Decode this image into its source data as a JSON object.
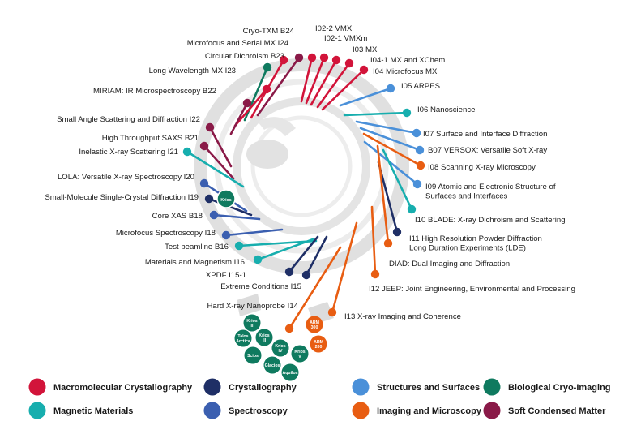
{
  "colors": {
    "Macromolecular Crystallography": "#d2143a",
    "Crystallography": "#1f2f66",
    "Structures and Surfaces": "#4a90d9",
    "Biological Cryo-Imaging": "#0f7a5f",
    "Magnetic Materials": "#17aeae",
    "Spectroscopy": "#3b5fb0",
    "Imaging and Microscopy": "#e85d12",
    "Soft Condensed Matter": "#8a1a48"
  },
  "beamlines": [
    {
      "label": "Cryo-TXM B24",
      "category": "Biological Cryo-Imaging"
    },
    {
      "label": "Microfocus and Serial MX I24",
      "category": "Macromolecular Crystallography"
    },
    {
      "label": "Circular Dichroism B23",
      "category": "Soft Condensed Matter"
    },
    {
      "label": "Long Wavelength MX I23",
      "category": "Macromolecular Crystallography"
    },
    {
      "label": "MIRIAM: IR Microspectroscopy B22",
      "category": "Soft Condensed Matter"
    },
    {
      "label": "Small Angle Scattering and  Diffraction I22",
      "category": "Soft Condensed Matter"
    },
    {
      "label": "High Throughput SAXS B21",
      "category": "Soft Condensed Matter"
    },
    {
      "label": "Inelastic X-ray Scattering I21",
      "category": "Magnetic Materials"
    },
    {
      "label": "LOLA: Versatile X-ray Spectroscopy I20",
      "category": "Spectroscopy"
    },
    {
      "label": "Small-Molecule Single-Crystal Diffraction I19",
      "category": "Crystallography"
    },
    {
      "label": "Core XAS B18",
      "category": "Spectroscopy"
    },
    {
      "label": "Microfocus Spectroscopy I18",
      "category": "Spectroscopy"
    },
    {
      "label": "Test beamline B16",
      "category": "Magnetic Materials"
    },
    {
      "label": "Materials and Magnetism I16",
      "category": "Magnetic Materials"
    },
    {
      "label": "XPDF I15-1",
      "category": "Crystallography"
    },
    {
      "label": "Extreme Conditions I15",
      "category": "Crystallography"
    },
    {
      "label": "Hard X-ray Nanoprobe I14",
      "category": "Imaging and Microscopy"
    },
    {
      "label": "I02-2 VMXi",
      "category": "Macromolecular Crystallography"
    },
    {
      "label": "I02-1 VMXm",
      "category": "Macromolecular Crystallography"
    },
    {
      "label": "I03 MX",
      "category": "Macromolecular Crystallography"
    },
    {
      "label": "I04-1 MX and XChem",
      "category": "Macromolecular Crystallography"
    },
    {
      "label": "I04 Microfocus MX",
      "category": "Macromolecular Crystallography"
    },
    {
      "label": "I05 ARPES",
      "category": "Structures and Surfaces"
    },
    {
      "label": "I06 Nanoscience",
      "category": "Magnetic Materials"
    },
    {
      "label": "I07 Surface and Interface Diffraction",
      "category": "Structures and Surfaces"
    },
    {
      "label": "B07 VERSOX: Versatile Soft X-ray",
      "category": "Structures and Surfaces"
    },
    {
      "label": "I08 Scanning X-ray Microscopy",
      "category": "Imaging and Microscopy"
    },
    {
      "label": "I09 Atomic and Electronic Structure of\nSurfaces and Interfaces",
      "category": "Structures and Surfaces"
    },
    {
      "label": "I10 BLADE: X-ray Dichroism and Scattering",
      "category": "Magnetic Materials"
    },
    {
      "label": "I11 High Resolution Powder Diffraction\nLong Duration Experiments (LDE)",
      "category": "Crystallography"
    },
    {
      "label": "DIAD: Dual Imaging and Diffraction",
      "category": "Imaging and Microscopy"
    },
    {
      "label": "I12 JEEP: Joint Engineering, Environmental and Processing",
      "category": "Imaging and Microscopy"
    },
    {
      "label": "I13 X-ray Imaging and Coherence",
      "category": "Imaging and Microscopy"
    }
  ],
  "ring_badge": {
    "label": "Krios",
    "category": "Biological Cryo-Imaging"
  },
  "microscopes": [
    {
      "label": "Krios\nII",
      "category": "Biological Cryo-Imaging"
    },
    {
      "label": "Talos\nArctica",
      "category": "Biological Cryo-Imaging"
    },
    {
      "label": "Krios\nIII",
      "category": "Biological Cryo-Imaging"
    },
    {
      "label": "Scios",
      "category": "Biological Cryo-Imaging"
    },
    {
      "label": "Krios\nIV",
      "category": "Biological Cryo-Imaging"
    },
    {
      "label": "Krios\nV",
      "category": "Biological Cryo-Imaging"
    },
    {
      "label": "Glacios",
      "category": "Biological Cryo-Imaging"
    },
    {
      "label": "Aquilos",
      "category": "Biological Cryo-Imaging"
    },
    {
      "label": "ARM\n300",
      "category": "Imaging and Microscopy"
    },
    {
      "label": "ARM\n200",
      "category": "Imaging and Microscopy"
    }
  ],
  "legend": [
    {
      "label": "Macromolecular Crystallography",
      "category": "Macromolecular Crystallography"
    },
    {
      "label": "Crystallography",
      "category": "Crystallography"
    },
    {
      "label": "Structures and Surfaces",
      "category": "Structures and Surfaces"
    },
    {
      "label": "Biological Cryo-Imaging",
      "category": "Biological Cryo-Imaging"
    },
    {
      "label": "Magnetic Materials",
      "category": "Magnetic Materials"
    },
    {
      "label": "Spectroscopy",
      "category": "Spectroscopy"
    },
    {
      "label": "Imaging and Microscopy",
      "category": "Imaging and Microscopy"
    },
    {
      "label": "Soft Condensed Matter",
      "category": "Soft Condensed Matter"
    }
  ]
}
